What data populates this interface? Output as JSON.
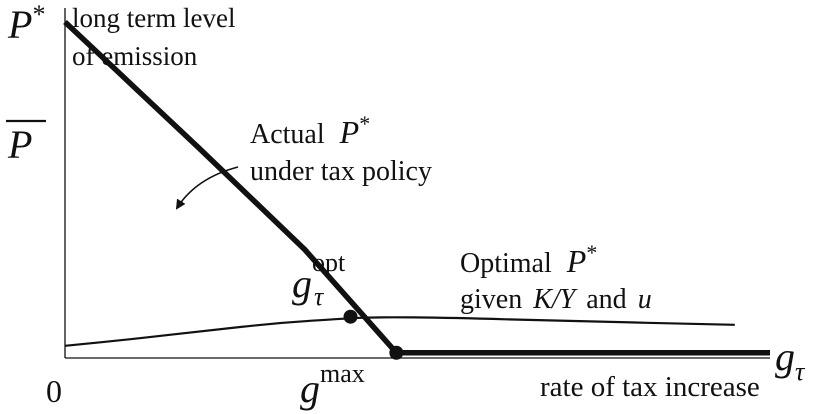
{
  "chart_data": {
    "type": "line",
    "title": "",
    "ylabel_symbol": "P",
    "ylabel_sup": "*",
    "ylabel_text": [
      "long term level",
      "of emission"
    ],
    "xlabel_symbol": "g",
    "xlabel_sub": "τ",
    "xlabel_text": "rate of tax increase",
    "xlim": [
      0,
      10
    ],
    "ylim": [
      0,
      10
    ],
    "x_ticks": {
      "origin": "0",
      "gmax_symbol": "g",
      "gmax_sup": "max"
    },
    "y_ticks": {
      "pbar_symbol": "P"
    },
    "series": [
      {
        "name": "Actual P* under tax policy",
        "points": [
          [
            0,
            9.6
          ],
          [
            1.9,
            6.0
          ],
          [
            3.4,
            3.1
          ],
          [
            4.7,
            0.15
          ],
          [
            10,
            0.15
          ]
        ]
      },
      {
        "name": "Optimal P* given K/Y and u",
        "points": [
          [
            0,
            0.35
          ],
          [
            1.0,
            0.55
          ],
          [
            2.0,
            0.78
          ],
          [
            3.0,
            1.0
          ],
          [
            4.0,
            1.13
          ],
          [
            4.4,
            1.17
          ],
          [
            5.5,
            1.15
          ],
          [
            7.0,
            1.06
          ],
          [
            9.5,
            0.95
          ]
        ]
      }
    ],
    "markers": [
      {
        "label": "g_tau_opt",
        "x": 4.05,
        "y": 1.18
      },
      {
        "label": "g_max",
        "x": 4.7,
        "y": 0.15
      }
    ],
    "annotations": {
      "actual_line1_text": "Actual",
      "actual_line1_sym": "P",
      "actual_line1_sup": "*",
      "actual_line2": "under tax policy",
      "optimal_line1_text": "Optimal",
      "optimal_line1_sym": "P",
      "optimal_line1_sup": "*",
      "optimal_line2_text1": "given",
      "optimal_line2_ky": "K/Y",
      "optimal_line2_text2": "and",
      "optimal_line2_u": "u",
      "gopt_symbol": "g",
      "gopt_sub": "τ",
      "gopt_sup": "opt"
    },
    "grid": false,
    "legend": "none"
  }
}
